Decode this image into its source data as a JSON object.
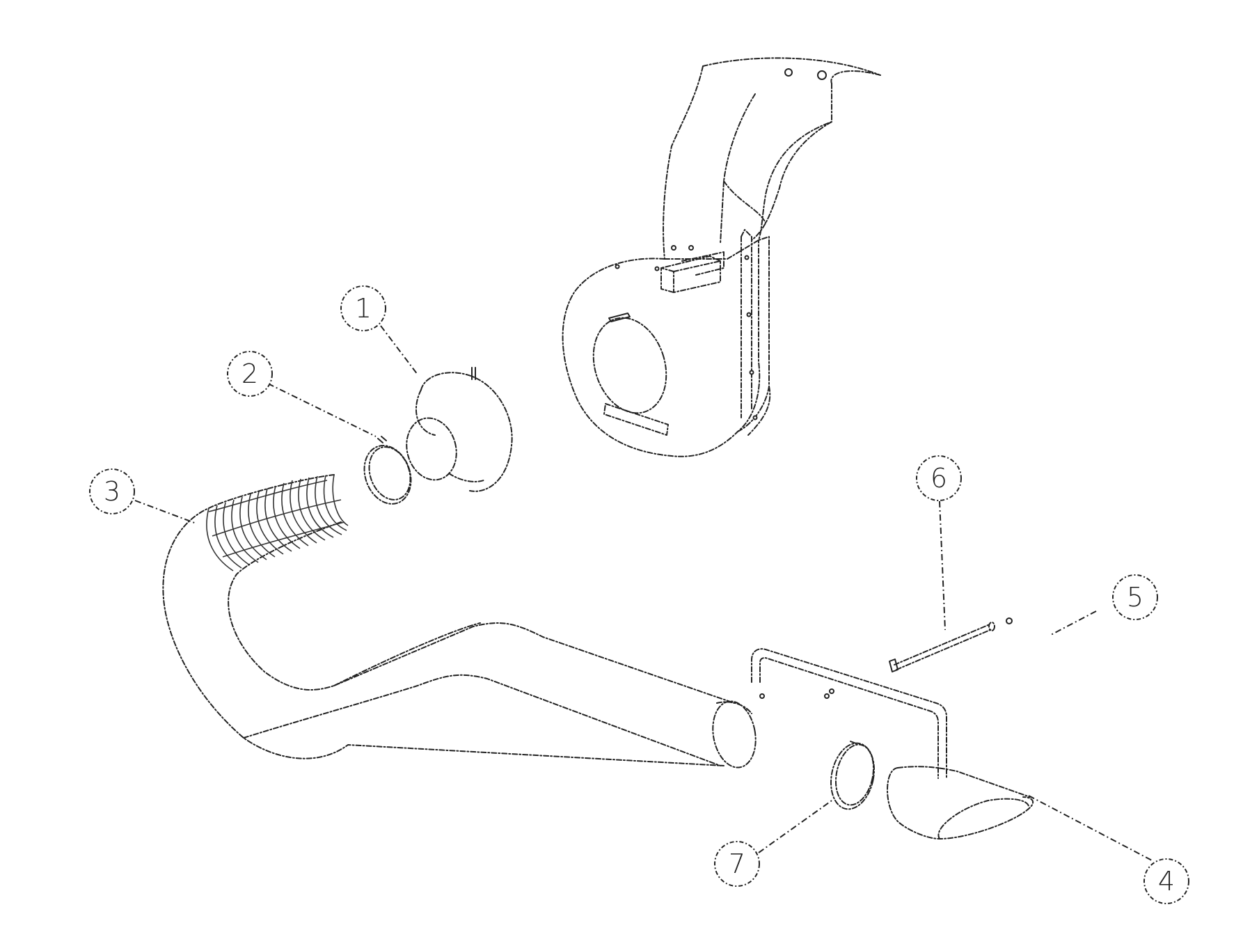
{
  "callouts": [
    {
      "id": "callout-1",
      "label": "1"
    },
    {
      "id": "callout-2",
      "label": "2"
    },
    {
      "id": "callout-3",
      "label": "3"
    },
    {
      "id": "callout-4",
      "label": "4"
    },
    {
      "id": "callout-5",
      "label": "5"
    },
    {
      "id": "callout-6",
      "label": "6"
    },
    {
      "id": "callout-7",
      "label": "7"
    }
  ],
  "colors": {
    "line": "#222222",
    "background": "#ffffff"
  }
}
